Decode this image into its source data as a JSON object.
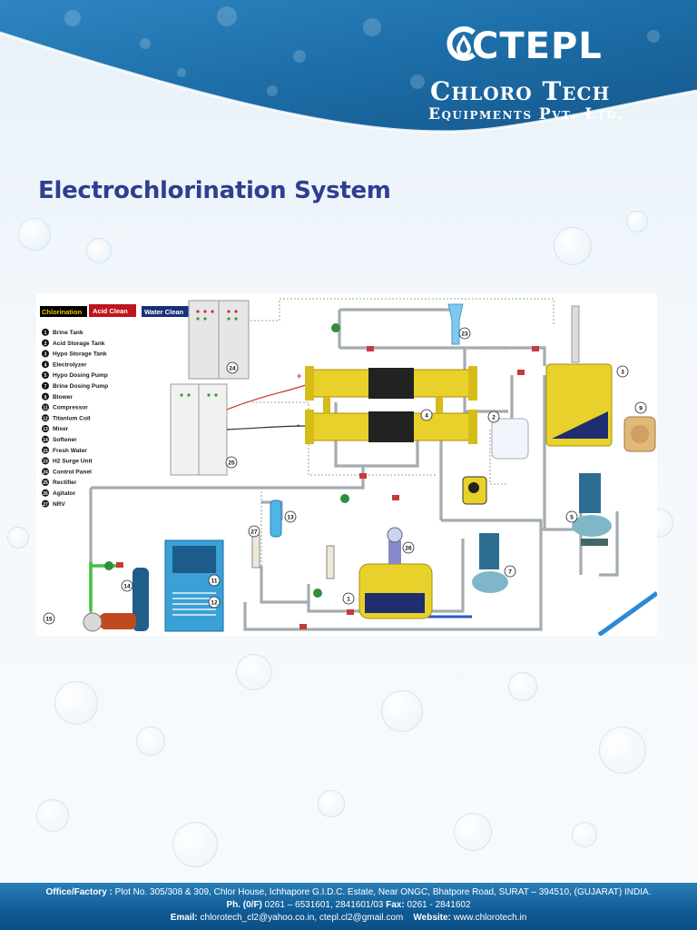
{
  "brand": {
    "logo_word": "CTEPL",
    "company_name": "Chloro Tech",
    "company_sub": "Equipments Pvt. Ltd."
  },
  "page_title": "Electrochlorination System",
  "diagram": {
    "mode_tabs": [
      "Chlorination",
      "Acid Clean",
      "Water Clean"
    ],
    "legend": [
      {
        "num": "1",
        "label": "Brine Tank"
      },
      {
        "num": "2",
        "label": "Acid Storage Tank"
      },
      {
        "num": "3",
        "label": "Hypo Storage Tank"
      },
      {
        "num": "4",
        "label": "Electrolyzer"
      },
      {
        "num": "5",
        "label": "Hypo Dosing Pump"
      },
      {
        "num": "7",
        "label": "Brine Dosing Pump"
      },
      {
        "num": "9",
        "label": "Blower"
      },
      {
        "num": "11",
        "label": "Compressor"
      },
      {
        "num": "12",
        "label": "Titanium Coil"
      },
      {
        "num": "13",
        "label": "Mixer"
      },
      {
        "num": "14",
        "label": "Softener"
      },
      {
        "num": "15",
        "label": "Fresh Water"
      },
      {
        "num": "23",
        "label": "H2 Surge Unit"
      },
      {
        "num": "24",
        "label": "Control Panel"
      },
      {
        "num": "25",
        "label": "Rectifier"
      },
      {
        "num": "26",
        "label": "Agitator"
      },
      {
        "num": "27",
        "label": "NRV"
      }
    ],
    "callouts": [
      "24",
      "25",
      "23",
      "3",
      "4",
      "2",
      "9",
      "5",
      "13",
      "27",
      "26",
      "7",
      "11",
      "12",
      "14",
      "1",
      "15"
    ],
    "polarity": [
      "+",
      "-"
    ]
  },
  "footer": {
    "line1_label": "Office/Factory :",
    "line1_text": "Plot No. 305/308 & 309, Chlor House, Ichhapore G.I.D.C. Estate, Near ONGC, Bhatpore Road, SURAT – 394510, (GUJARAT) INDIA.",
    "phone_label": "Ph. (0/F)",
    "phone_text": "0261 – 6531601, 2841601/03",
    "fax_label": "Fax:",
    "fax_text": "0261 - 2841602",
    "email_label": "Email:",
    "email_text": "chlorotech_cl2@yahoo.co.in, ctepl.cl2@gmail.com",
    "website_label": "Website:",
    "website_text": "www.chlorotech.in"
  },
  "colors": {
    "title": "#2f3e8f",
    "header_blue": "#1b6fa8",
    "tank_yellow": "#e8d12a",
    "pipe_grey": "#9aa3a8",
    "footer_blue": "#0f5a94"
  }
}
